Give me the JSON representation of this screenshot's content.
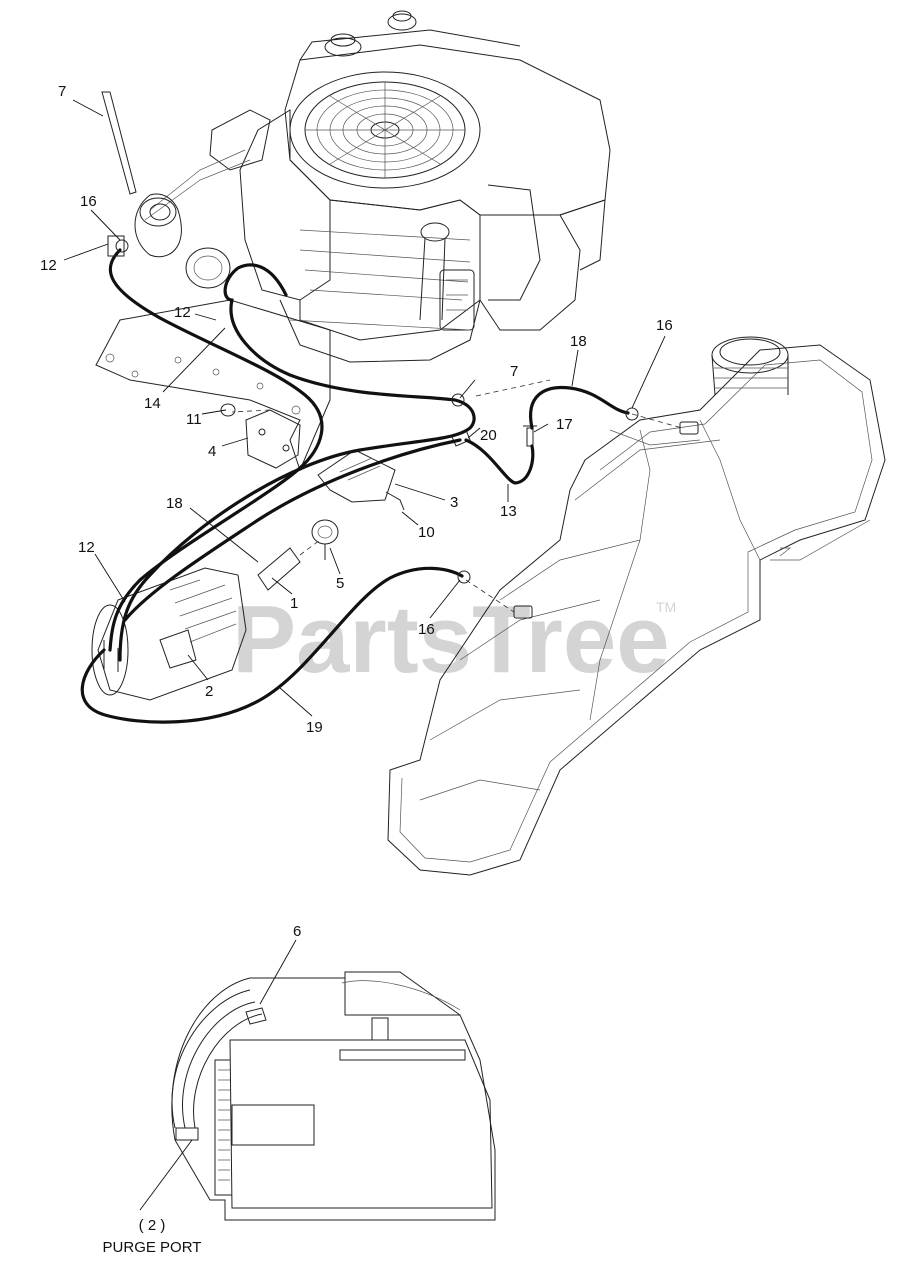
{
  "watermark": {
    "text": "PartsTree",
    "mark": "TM"
  },
  "callouts": [
    {
      "id": "7a",
      "text": "7"
    },
    {
      "id": "16a",
      "text": "16"
    },
    {
      "id": "12a",
      "text": "12"
    },
    {
      "id": "12b",
      "text": "12"
    },
    {
      "id": "14",
      "text": "14"
    },
    {
      "id": "11",
      "text": "11"
    },
    {
      "id": "4",
      "text": "4"
    },
    {
      "id": "7b",
      "text": "7"
    },
    {
      "id": "20",
      "text": "20"
    },
    {
      "id": "18a",
      "text": "18"
    },
    {
      "id": "16b",
      "text": "16"
    },
    {
      "id": "17",
      "text": "17"
    },
    {
      "id": "3",
      "text": "3"
    },
    {
      "id": "13",
      "text": "13"
    },
    {
      "id": "10",
      "text": "10"
    },
    {
      "id": "18b",
      "text": "18"
    },
    {
      "id": "12c",
      "text": "12"
    },
    {
      "id": "5",
      "text": "5"
    },
    {
      "id": "1",
      "text": "1"
    },
    {
      "id": "16c",
      "text": "16"
    },
    {
      "id": "2",
      "text": "2"
    },
    {
      "id": "19",
      "text": "19"
    },
    {
      "id": "6",
      "text": "6"
    }
  ],
  "detail": {
    "ref": "( 2 )",
    "label": "PURGE PORT"
  }
}
